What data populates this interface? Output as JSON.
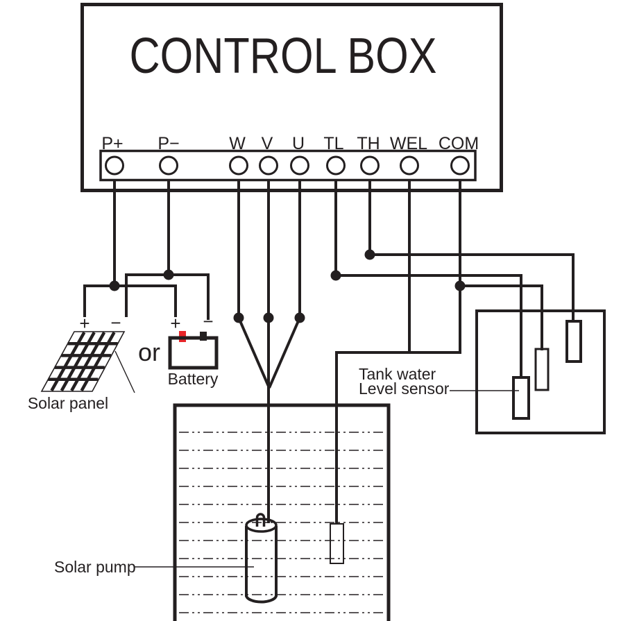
{
  "title": "CONTROL BOX",
  "terminals": [
    {
      "label": "P+"
    },
    {
      "label": "P−"
    },
    {
      "label": "W"
    },
    {
      "label": "V"
    },
    {
      "label": "U"
    },
    {
      "label": "TL"
    },
    {
      "label": "TH"
    },
    {
      "label": "WEL"
    },
    {
      "label": "COM"
    }
  ],
  "solar_panel": {
    "label": "Solar panel",
    "plus": "+",
    "minus": "−"
  },
  "battery": {
    "label": "Battery",
    "or": "or",
    "plus": "+",
    "minus": "−"
  },
  "tank_sensor": {
    "line1": "Tank water",
    "line2": "Level sensor"
  },
  "pump": {
    "label": "Solar pump"
  },
  "colors": {
    "line": "#231f20",
    "red": "#e8262a",
    "background": "#ffffff"
  }
}
